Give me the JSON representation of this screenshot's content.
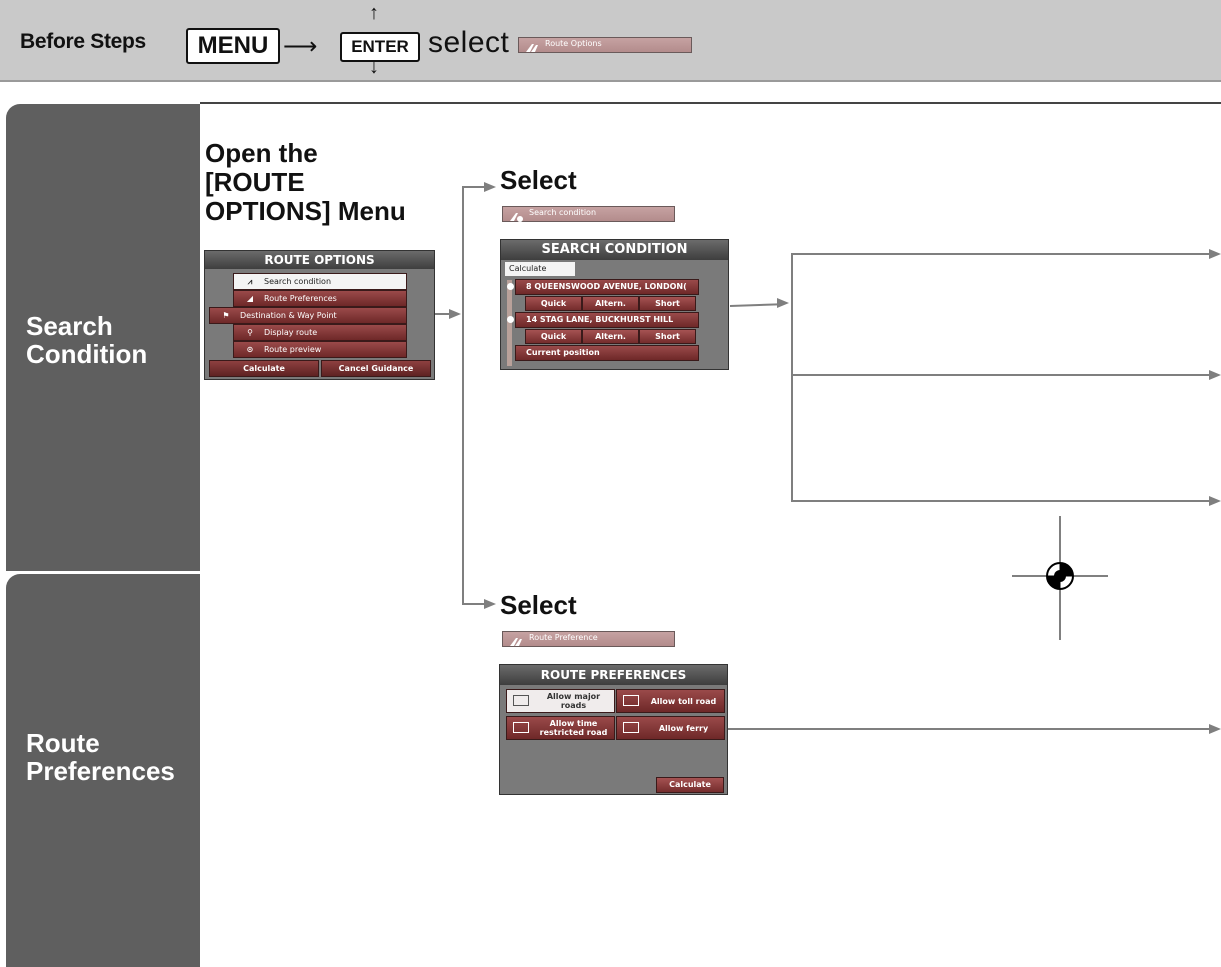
{
  "top_bar": {
    "before_steps": "Before Steps",
    "menu_key": "MENU",
    "enter_key": "ENTER",
    "select_word": "select",
    "route_options_chip": "Route Options"
  },
  "sections": {
    "search_condition": "Search\nCondition",
    "route_preferences": "Route\nPreferences"
  },
  "open_heading": "Open the\n[ROUTE\nOPTIONS] Menu",
  "route_options_screen": {
    "title": "ROUTE OPTIONS",
    "items": [
      "Search condition",
      "Route Preferences",
      "Destination & Way Point",
      "Display route",
      "Route preview"
    ],
    "calculate": "Calculate",
    "cancel_guidance": "Cancel Guidance"
  },
  "select_1": {
    "heading": "Select",
    "chip": "Search condition"
  },
  "search_condition_screen": {
    "title": "SEARCH CONDITION",
    "calculate_tab": "Calculate",
    "destination_1": "8 QUEENSWOOD AVENUE, LONDON(",
    "destination_2": "14 STAG LANE, BUCKHURST HILL",
    "options": [
      "Quick",
      "Altern.",
      "Short"
    ],
    "current_position": "Current position"
  },
  "select_2": {
    "heading": "Select",
    "chip": "Route Preference"
  },
  "route_preferences_screen": {
    "title": "ROUTE PREFERENCES",
    "allow_major_roads": "Allow major roads",
    "allow_toll_road": "Allow toll road",
    "allow_time_restricted": "Allow time\nrestricted road",
    "allow_ferry": "Allow ferry",
    "calculate": "Calculate"
  },
  "colors": {
    "top_bar": "#c9c9c9",
    "side_tab": "#5f5f5f",
    "connector": "#7f7f7f",
    "menu_button": "#8a3a3a"
  }
}
